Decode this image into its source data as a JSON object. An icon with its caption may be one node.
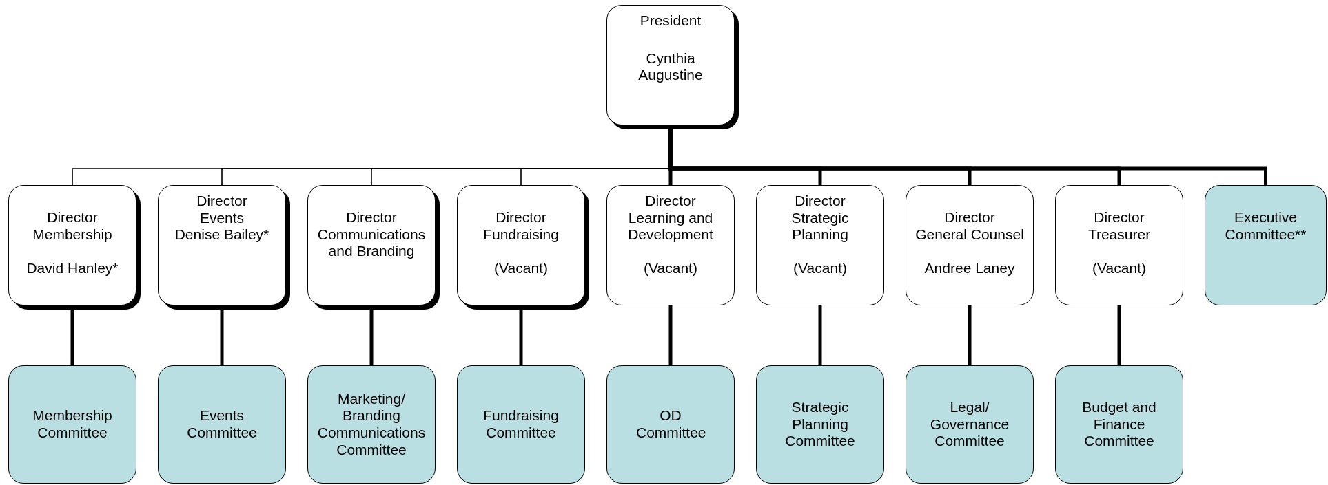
{
  "diagram": {
    "nodes": [
      {
        "text": [
          "President",
          "Cynthia Augustine"
        ]
      },
      {
        "text": [
          "Director Membership",
          "David Hanley*"
        ]
      },
      {
        "text": [
          "Director Events",
          "Denise Bailey*"
        ]
      },
      {
        "text": [
          "Director Communications and Branding"
        ]
      },
      {
        "text": [
          "Director Fundraising",
          "(Vacant)"
        ]
      },
      {
        "text": [
          "Director Learning and Development",
          "(Vacant)"
        ]
      },
      {
        "text": [
          "Director Strategic Planning",
          "(Vacant)"
        ]
      },
      {
        "text": [
          "Director",
          "General Counsel",
          "Andree Laney"
        ]
      },
      {
        "text": [
          "Director Treasurer",
          "(Vacant)"
        ]
      },
      {
        "text": [
          "Executive Committee**"
        ]
      },
      {
        "text": [
          "Membership Committee"
        ]
      },
      {
        "text": [
          "Events Committee"
        ]
      },
      {
        "text": [
          "Marketing/ Branding Communications Committee"
        ]
      },
      {
        "text": [
          "Fundraising Committee"
        ]
      },
      {
        "text": [
          "OD Committee"
        ]
      },
      {
        "text": [
          "Strategic Planning Committee"
        ]
      },
      {
        "text": [
          "Legal/ Governance Committee"
        ]
      },
      {
        "text": [
          "Budget and Finance Committee"
        ]
      }
    ],
    "edges": [
      {
        "from": 0,
        "to": 1,
        "arrow": "none"
      },
      {
        "from": 0,
        "to": 2,
        "arrow": "none"
      },
      {
        "from": 0,
        "to": 3,
        "arrow": "none"
      },
      {
        "from": 0,
        "to": 4,
        "arrow": "none"
      },
      {
        "from": 0,
        "to": 5,
        "arrow": "none"
      },
      {
        "from": 0,
        "to": 6,
        "arrow": "none"
      },
      {
        "from": 0,
        "to": 7,
        "arrow": "none"
      },
      {
        "from": 0,
        "to": 8,
        "arrow": "none"
      },
      {
        "from": 0,
        "to": 9,
        "arrow": "none"
      },
      {
        "from": 1,
        "to": 10,
        "arrow": "none"
      },
      {
        "from": 2,
        "to": 11,
        "arrow": "none"
      },
      {
        "from": 3,
        "to": 12,
        "arrow": "none"
      },
      {
        "from": 4,
        "to": 13,
        "arrow": "none"
      },
      {
        "from": 5,
        "to": 14,
        "arrow": "none"
      },
      {
        "from": 6,
        "to": 15,
        "arrow": "none"
      },
      {
        "from": 7,
        "to": 16,
        "arrow": "none"
      },
      {
        "from": 8,
        "to": 17,
        "arrow": "none"
      }
    ]
  }
}
